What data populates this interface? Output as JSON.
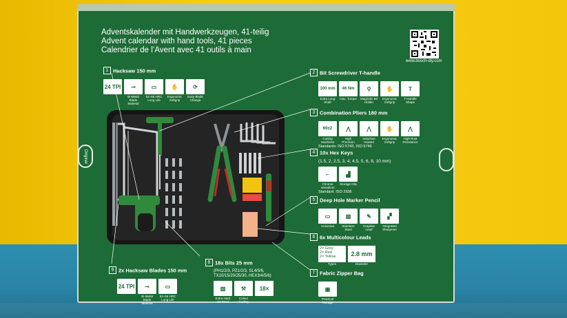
{
  "colors": {
    "box_green": "#1d6b36",
    "wall_yellow": "#f3c60c",
    "table_blue": "#2a84a6"
  },
  "headline": {
    "de": "Adventskalender mit Handwerkzeugen, 41-teilig",
    "en": "Advent calendar with hand tools, 41 pieces",
    "fr": "Calendrier de l’Avent avec 41 outils à main"
  },
  "url": "www.bosch-diy.com",
  "side_tab": "Original",
  "callouts": [
    {
      "num": "1",
      "title": "Hacksaw 150 mm",
      "icons": [
        {
          "tile": "24 TPI",
          "label": ""
        },
        {
          "tile": "⊸",
          "label": "Bi-Metal Blade Material"
        },
        {
          "tile": "▭",
          "label": "62–66 HRC Long Life"
        },
        {
          "tile": "✋",
          "label": "Ergonomic Softgrip"
        },
        {
          "tile": "⟳",
          "label": "Easy Blade Change"
        }
      ]
    },
    {
      "num": "2",
      "title": "Bit Screwdriver T-handle",
      "icons": [
        {
          "tile": "100 mm",
          "label": "Extra Long Shaft"
        },
        {
          "tile": "46 Nm",
          "label": "max. Torque"
        },
        {
          "tile": "⚲",
          "label": "Magnetic Bit Holder"
        },
        {
          "tile": "✋",
          "label": "Ergonomic Softgrip"
        },
        {
          "tile": "T",
          "label": "T-Handle Shape"
        }
      ]
    },
    {
      "num": "3",
      "title": "Combination Pliers 180 mm",
      "icons": [
        {
          "tile": "60±2",
          "label": "Cutting Hardness"
        },
        {
          "tile": "⋀",
          "label": "High Precision"
        },
        {
          "tile": "⋀",
          "label": "Induction Heated"
        },
        {
          "tile": "✋",
          "label": "Ergonomic Softgrip"
        },
        {
          "tile": "⋀",
          "label": "High Rust Resistance"
        }
      ],
      "standard": "Standards: ISO 5743, ISO 5746"
    },
    {
      "num": "4",
      "title": "10x Hex Keys",
      "sub": "(1.5, 2, 2.5, 3, 4, 4.5, 5, 6, 8, 10 mm)",
      "icons": [
        {
          "tile": "⌐",
          "label": "Chrome Vanadium"
        },
        {
          "tile": "▟",
          "label": "Storage Clip"
        }
      ],
      "standard": "Standard: ISO 2936"
    },
    {
      "num": "5",
      "title": "Deep Hole Marker Pencil",
      "icons": [
        {
          "tile": "▭",
          "label": "Universal"
        },
        {
          "tile": "▨",
          "label": "Stainless Steel"
        },
        {
          "tile": "✎",
          "label": "Graphite Lead"
        },
        {
          "tile": "▞",
          "label": "Integrated Sharpener"
        }
      ]
    },
    {
      "num": "6",
      "title": "6x Multicolour Leads",
      "leads": [
        "2× Grey",
        "2× Red",
        "2× Yellow"
      ],
      "leads_label": "Types",
      "diameter": "2.8 mm",
      "diameter_label": "Diameter"
    },
    {
      "num": "7",
      "title": "Fabric Zipper Bag",
      "icons": [
        {
          "tile": "▣",
          "label": "Practical Storage"
        }
      ]
    },
    {
      "num": "8",
      "title": "18x Bits 25 mm",
      "sub_lines": [
        "(PH1/2/3, PZ1/2/3, SL4/5/6,",
        "TX10/15/20/25/30, HEX3/4/5/6)"
      ],
      "icons": [
        {
          "tile": "▥",
          "label": "Extra-Hard S2 Steel"
        },
        {
          "tile": "⚒",
          "label": "Colour Coding"
        },
        {
          "tile": "18×",
          "label": ""
        }
      ]
    },
    {
      "num": "9",
      "title": "2x Hacksaw Blades 150 mm",
      "icons": [
        {
          "tile": "24 TPI",
          "label": ""
        },
        {
          "tile": "⊸",
          "label": "Bi-Metal Blade Material"
        },
        {
          "tile": "▭",
          "label": "62–66 HRC Long Life"
        }
      ]
    }
  ]
}
